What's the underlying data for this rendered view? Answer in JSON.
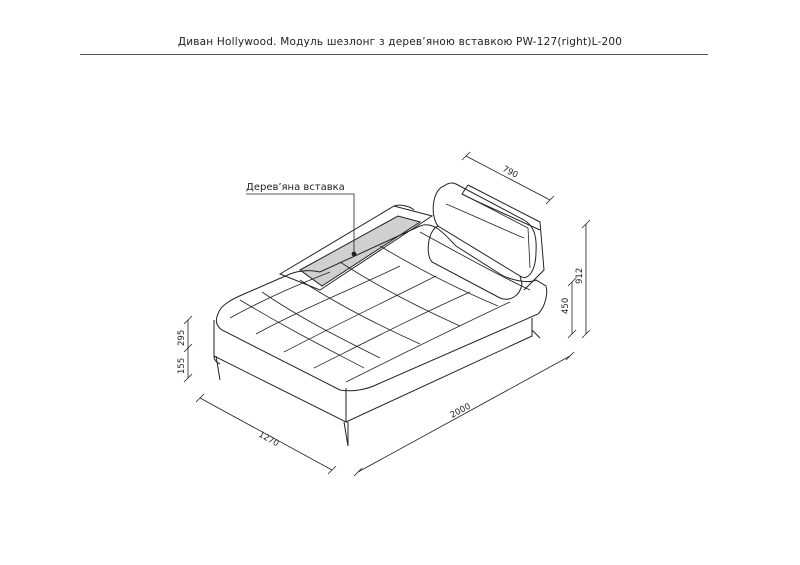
{
  "drawing": {
    "title": "Диван Hollywood. Модуль шезлонг з дерев’яною вставкою PW-127(right)L-200",
    "callout_label": "Дерев’яна вставка",
    "dimensions": {
      "depth_top": "790",
      "total_height": "912",
      "seat_height": "450",
      "leg_height": "155",
      "base_height": "295",
      "width": "1270",
      "length": "2000"
    },
    "colors": {
      "line": "#222222",
      "wood_insert": "#d0d0d0",
      "background": "#ffffff"
    }
  }
}
